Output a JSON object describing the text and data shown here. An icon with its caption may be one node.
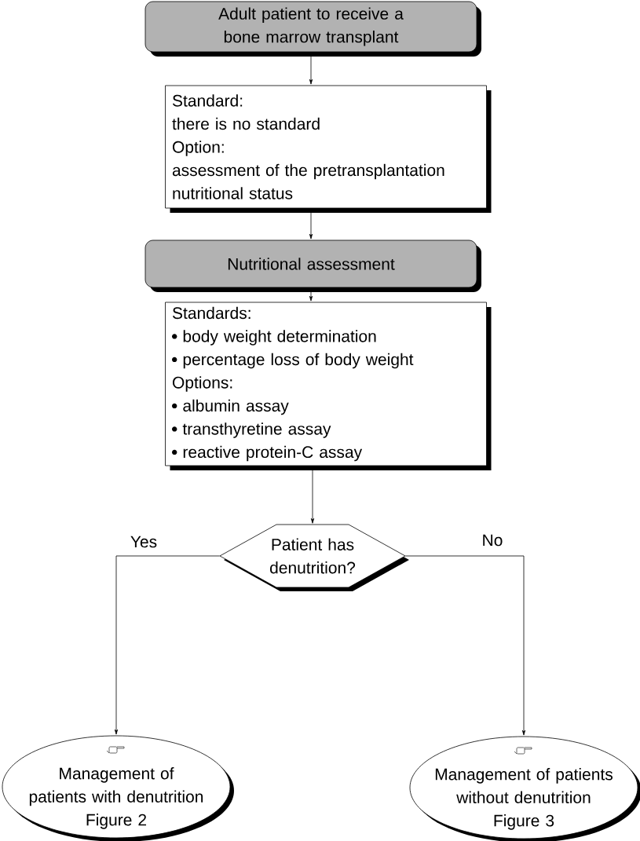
{
  "diagram": {
    "nodes": [
      {
        "text": [
          "Adult patient to receive a bone marrow transplant"
        ]
      },
      {
        "text": [
          "Standard:",
          "there is no standard",
          "Option:",
          "assessment of the pretransplantation nutritional status"
        ]
      },
      {
        "text": [
          "Nutritional assessment"
        ]
      },
      {
        "text": [
          "Standards:",
          "body weight determination",
          "percentage loss of body weight",
          "Options:",
          "albumin assay",
          "transthyretine assay",
          "reactive protein-C assay"
        ]
      },
      {
        "text": [
          "Patient has denutrition?"
        ]
      },
      {
        "text": [
          "Management of patients with denutrition",
          "Figure 2"
        ]
      },
      {
        "text": [
          "Management of patients without denutrition",
          "Figure 3"
        ]
      }
    ],
    "edges": [
      {
        "from": 0,
        "to": 1,
        "arrow": "to"
      },
      {
        "from": 1,
        "to": 2,
        "arrow": "to"
      },
      {
        "from": 2,
        "to": 3,
        "arrow": "to"
      },
      {
        "from": 3,
        "to": 4,
        "arrow": "to"
      },
      {
        "from": 4,
        "to": 5,
        "arrow": "to",
        "label": "Yes"
      },
      {
        "from": 4,
        "to": 6,
        "arrow": "to",
        "label": "No"
      }
    ]
  }
}
